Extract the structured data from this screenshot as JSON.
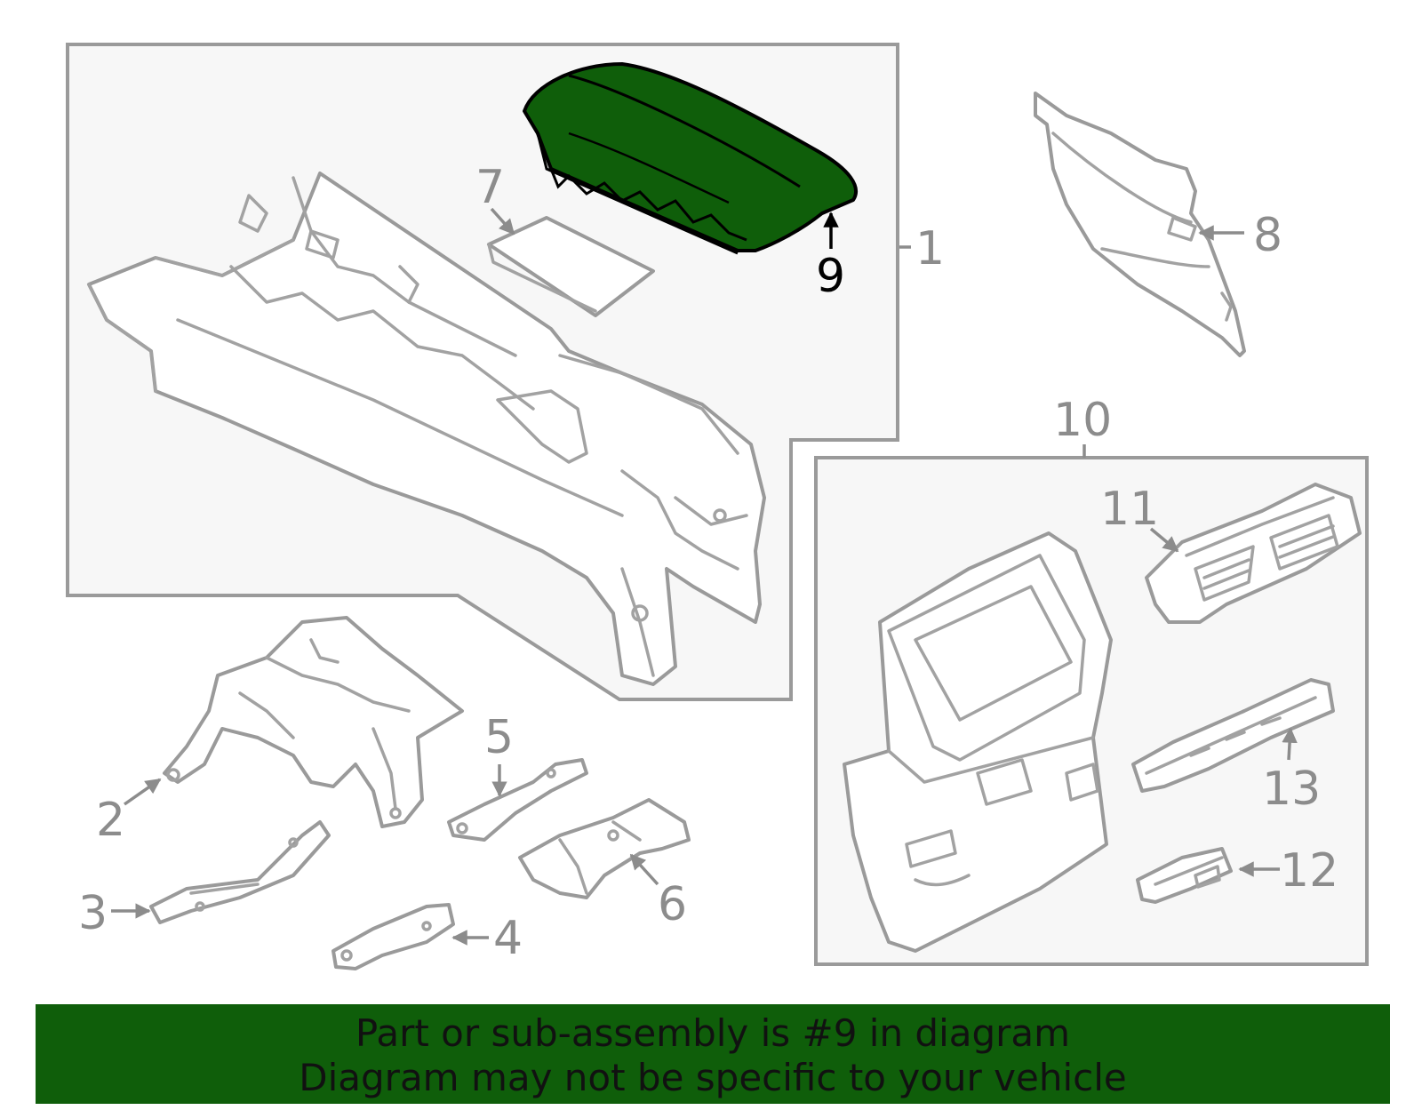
{
  "diagram": {
    "highlight_color": "#0f5e0a",
    "callouts": {
      "c1": "1",
      "c2": "2",
      "c3": "3",
      "c4": "4",
      "c5": "5",
      "c6": "6",
      "c7": "7",
      "c8": "8",
      "c9": "9",
      "c10": "10",
      "c11": "11",
      "c12": "12",
      "c13": "13"
    },
    "highlighted_part": "9"
  },
  "banner": {
    "line1": "Part or sub-assembly is #9 in diagram",
    "line2": "Diagram may not be specific to your vehicle",
    "background": "#0f5e0a"
  }
}
